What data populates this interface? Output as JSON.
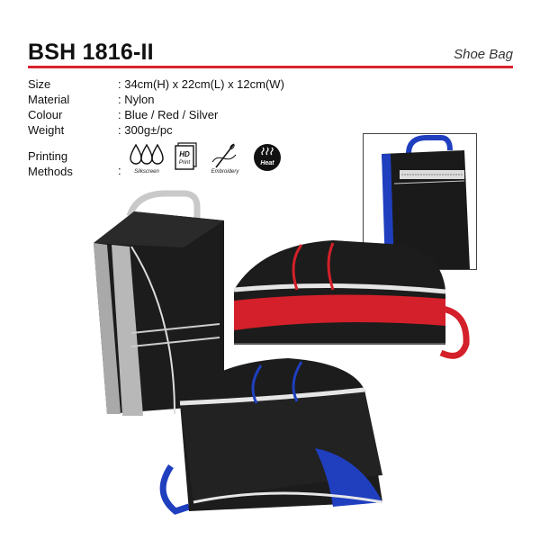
{
  "product": {
    "code": "BSH 1816-II",
    "category": "Shoe Bag"
  },
  "specs": [
    {
      "label": "Size",
      "value": ": 34cm(H) x 22cm(L) x 12cm(W)"
    },
    {
      "label": "Material",
      "value": ": Nylon"
    },
    {
      "label": "Colour",
      "value": ": Blue / Red / Silver"
    },
    {
      "label": "Weight",
      "value": ": 300g±/pc"
    }
  ],
  "printing": {
    "label_line1": "Printing",
    "label_line2": "Methods",
    "colon": ":",
    "methods": [
      {
        "name": "Silkscreen",
        "icon": "silkscreen-icon"
      },
      {
        "name": "HD Print",
        "icon": "hd-print-icon",
        "badge_line1": "HD",
        "badge_line2": "Print"
      },
      {
        "name": "Embroidery",
        "icon": "embroidery-icon"
      },
      {
        "name": "Heat",
        "icon": "heat-transfer-icon",
        "badge": "Heat"
      }
    ]
  },
  "colors": {
    "accent": "#d9232d",
    "bag_black": "#1a1a1a",
    "blue": "#1f3fbf",
    "red": "#d4202a",
    "silver": "#b5b5b5"
  }
}
